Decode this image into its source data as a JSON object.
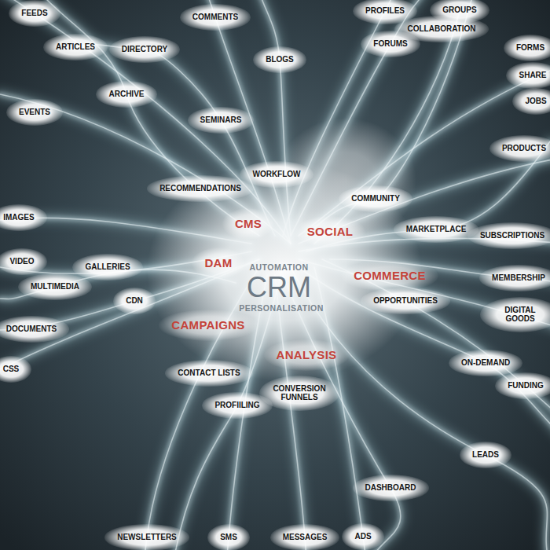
{
  "diagram": {
    "labels": [
      "FEEDS",
      "COMMENTS",
      "PROFILES",
      "GROUPS",
      "COLLABORATION",
      "ARTICLES",
      "DIRECTORY",
      "FORUMS",
      "FORMS",
      "BLOGS",
      "SHARE",
      "ARCHIVE",
      "JOBS",
      "EVENTS",
      "SEMINARS",
      "PRODUCTS",
      "WORKFLOW",
      "RECOMMENDATIONS",
      "COMMUNITY",
      "IMAGES",
      "CMS",
      "MARKETPLACE",
      "SOCIAL",
      "SUBSCRIPTIONS",
      "VIDEO",
      "DAM",
      "GALLERIES",
      "AUTOMATION",
      "COMMERCE",
      "MEMBERSHIP",
      "CRM",
      "MULTIMEDIA",
      "CDN",
      "OPPORTUNITIES",
      "PERSONALISATION",
      "DIGITAL GOODS",
      "CAMPAIGNS",
      "DOCUMENTS",
      "ANALYSIS",
      "ON-DEMAND",
      "CSS",
      "CONTACT LISTS",
      "FUNDING",
      "CONVERSION FUNNELS",
      "PROFIILING",
      "LEADS",
      "DASHBOARD",
      "NEWSLETTERS",
      "SMS",
      "MESSAGES",
      "ADS"
    ]
  }
}
